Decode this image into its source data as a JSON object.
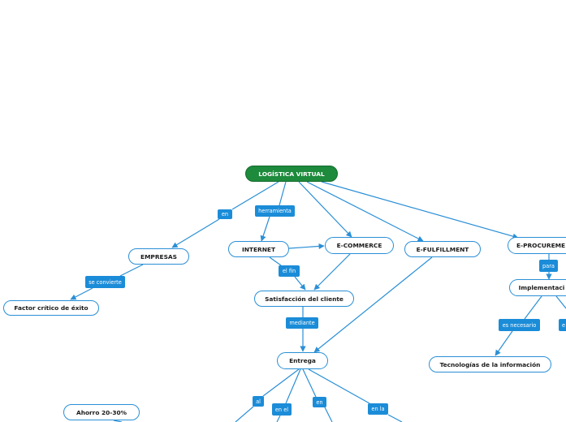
{
  "colors": {
    "root_fill": "#1d8a3c",
    "node_border": "#2a8fd6",
    "link_label_fill": "#1b8cd8",
    "connector": "#2a8fd6"
  },
  "nodes": {
    "root": "LOGÍSTICA VIRTUAL",
    "empresas": "EMPRESAS",
    "internet": "INTERNET",
    "ecommerce": "E-COMMERCE",
    "efulfillment": "E-FULFILLMENT",
    "eprocurement": "E-PROCUREME",
    "factor": "Factor crítico de éxito",
    "satisfaccion": "Satisfacción del cliente",
    "implementacion": "Implementaci",
    "entrega": "Entrega",
    "tecnologias": "Tecnologías de la información",
    "ahorro": "Ahorro 20-30%"
  },
  "link_labels": {
    "en": "en",
    "herramienta": "herramienta",
    "se_convierte": "se convierte",
    "el_fin": "el fin",
    "para": "para",
    "mediante": "mediante",
    "es_necesario": "es necesario",
    "impl_right_cut": "e",
    "al": "al",
    "en_el": "en el",
    "en_b": "en",
    "en_la": "en la"
  }
}
